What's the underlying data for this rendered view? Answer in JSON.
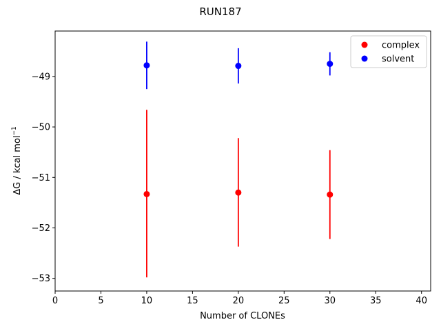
{
  "chart_data": {
    "type": "scatter",
    "title": "RUN187",
    "xlabel": "Number of CLONEs",
    "ylabel": "ΔG / kcal mol",
    "ylabel_superscript": "−1",
    "xlim": [
      0,
      41
    ],
    "ylim": [
      -53.25,
      -48.1
    ],
    "xticks": [
      0,
      5,
      10,
      15,
      20,
      25,
      30,
      35,
      40
    ],
    "xtick_labels": [
      "0",
      "5",
      "10",
      "15",
      "20",
      "25",
      "30",
      "35",
      "40"
    ],
    "yticks": [
      -49,
      -50,
      -51,
      -52,
      -53
    ],
    "ytick_labels": [
      "−49",
      "−50",
      "−51",
      "−52",
      "−53"
    ],
    "grid": false,
    "legend_position": "upper-right",
    "series": [
      {
        "name": "complex",
        "color": "#ff0000",
        "points": [
          {
            "x": 10,
            "y": -51.33,
            "err_low": -52.98,
            "err_high": -49.66
          },
          {
            "x": 20,
            "y": -51.3,
            "err_low": -52.37,
            "err_high": -50.22
          },
          {
            "x": 30,
            "y": -51.34,
            "err_low": -52.22,
            "err_high": -50.46
          }
        ]
      },
      {
        "name": "solvent",
        "color": "#0000ff",
        "points": [
          {
            "x": 10,
            "y": -48.78,
            "err_low": -49.25,
            "err_high": -48.31
          },
          {
            "x": 20,
            "y": -48.79,
            "err_low": -49.14,
            "err_high": -48.44
          },
          {
            "x": 30,
            "y": -48.75,
            "err_low": -48.98,
            "err_high": -48.52
          }
        ]
      }
    ]
  }
}
